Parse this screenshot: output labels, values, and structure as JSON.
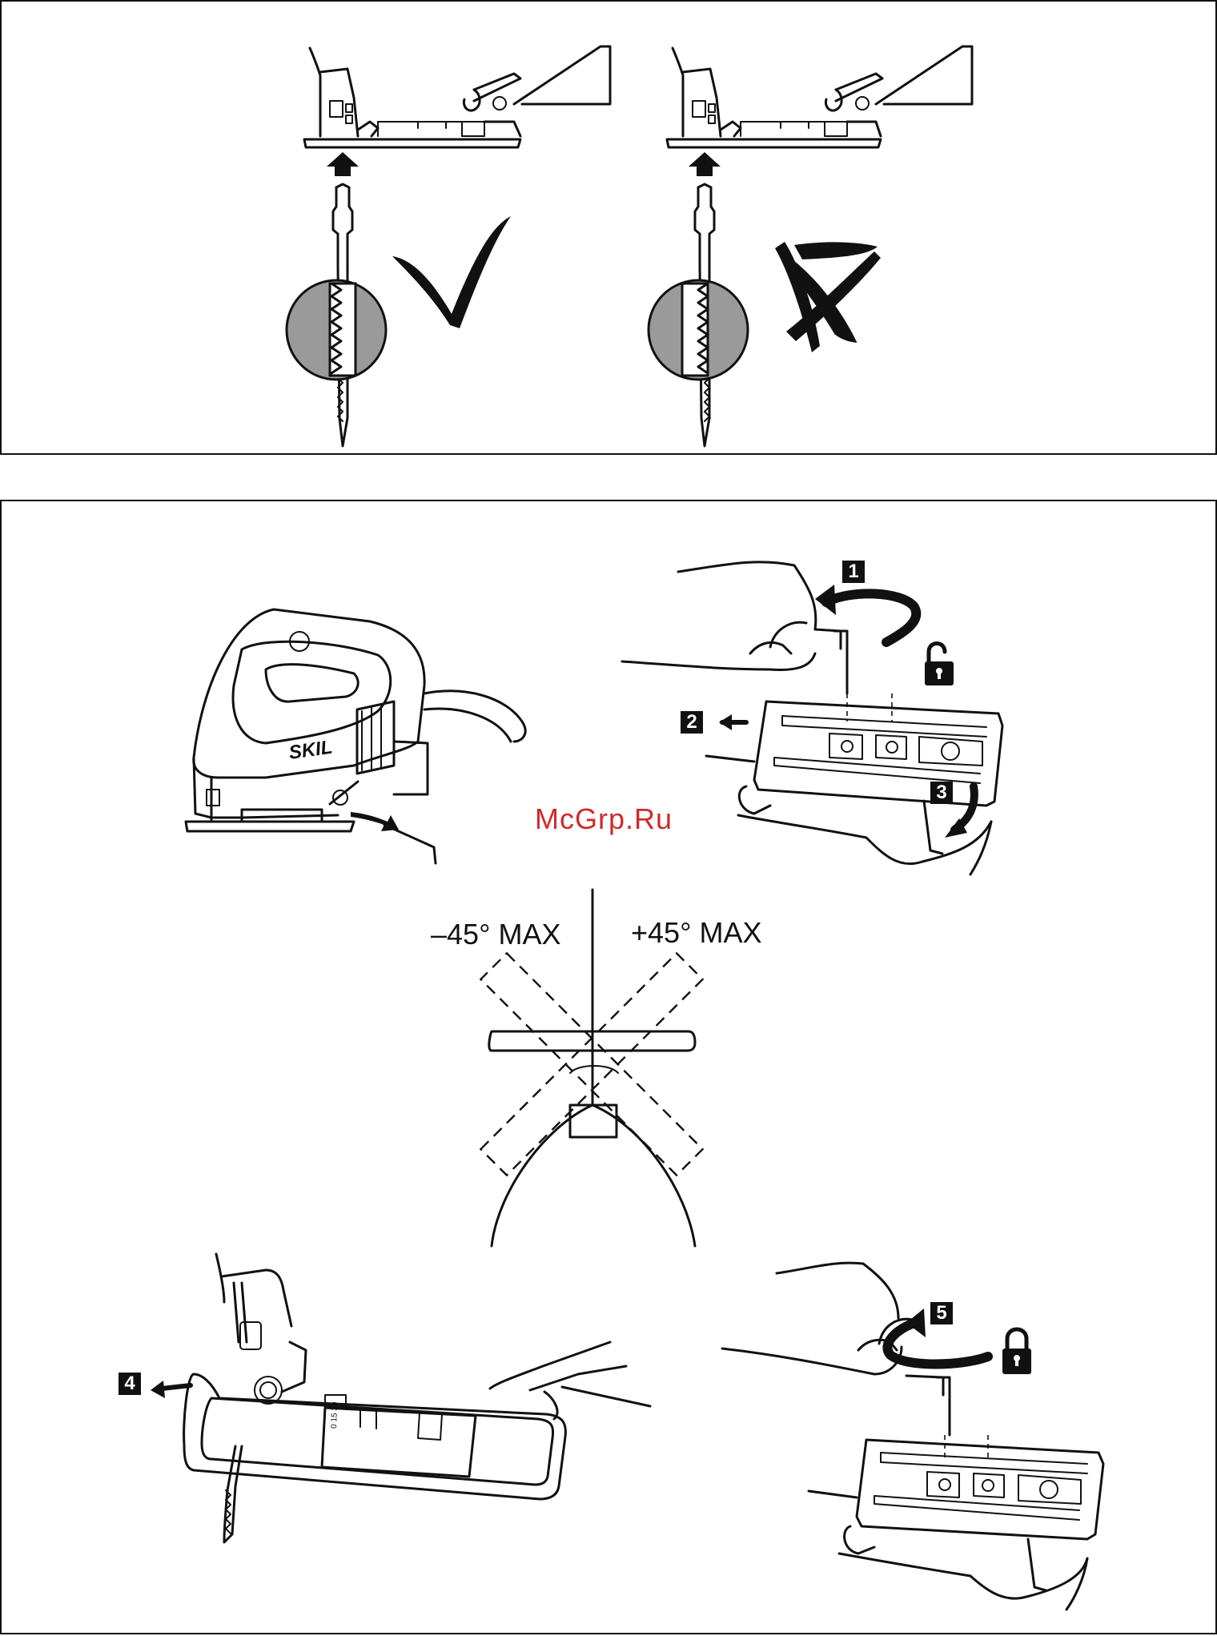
{
  "angle_labels": {
    "minus": "–45° MAX",
    "plus": "+45° MAX"
  },
  "steps": [
    "1",
    "2",
    "3",
    "4",
    "5"
  ],
  "brand": "SKIL",
  "scale_marks": "0 15 30",
  "watermark": "McGrp.Ru",
  "icons": {
    "correct": "check-mark-icon",
    "incorrect": "cross-mark-icon",
    "unlocked": "unlocked-padlock-icon",
    "locked": "locked-padlock-icon"
  }
}
